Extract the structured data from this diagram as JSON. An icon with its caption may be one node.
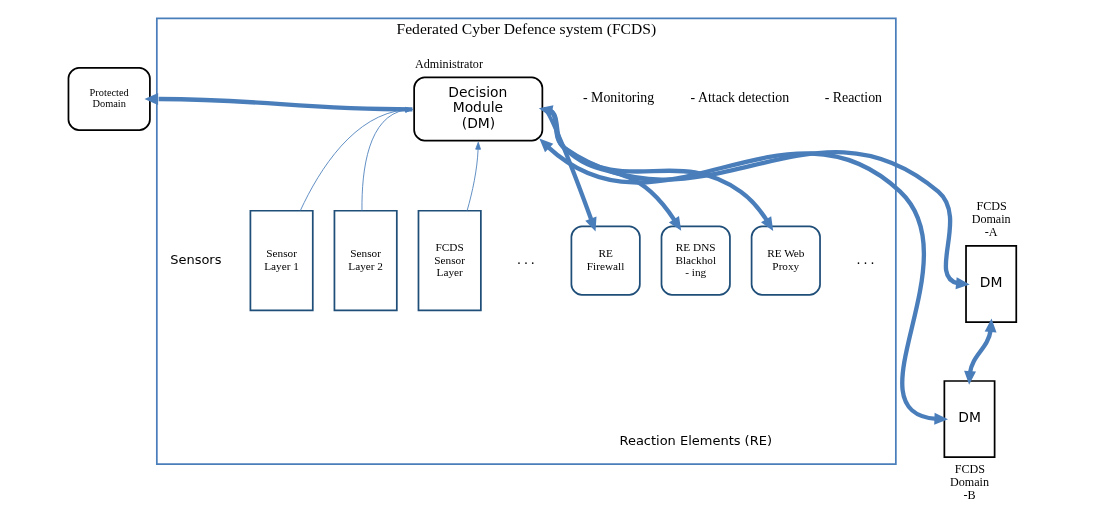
{
  "diagram": {
    "nodes": [
      {
        "text": [
          "Federated Cyber Defence system (FCDS)"
        ]
      },
      {
        "text": [
          "Decision Module (DM)"
        ],
        "in": 0,
        "beside": [
          "Administrator"
        ]
      },
      {
        "text": [
          "Protected Domain"
        ]
      },
      {
        "text": [
          "Sensor Layer 1"
        ],
        "in": 0
      },
      {
        "text": [
          "Sensor Layer 2"
        ],
        "in": 0
      },
      {
        "text": [
          "FCDS Sensor Layer"
        ],
        "in": 0
      },
      {
        "text": [
          "RE Firewall"
        ],
        "in": 0
      },
      {
        "text": [
          "RE DNS Blackhol - ing"
        ],
        "in": 0
      },
      {
        "text": [
          "RE Web Proxy"
        ],
        "in": 0
      },
      {
        "text": [
          "DM"
        ],
        "beside": [
          "FCDS Domain -A"
        ]
      },
      {
        "text": [
          "DM"
        ],
        "beside": [
          "FCDS Domain -B"
        ]
      }
    ],
    "edges": [
      {
        "from": 1,
        "to": 2,
        "arrow": "to"
      },
      {
        "from": 3,
        "to": 1,
        "arrow": "to"
      },
      {
        "from": 4,
        "to": 1,
        "arrow": "to"
      },
      {
        "from": 5,
        "to": 1,
        "arrow": "to"
      },
      {
        "from": 1,
        "to": 6,
        "arrow": "to"
      },
      {
        "from": 1,
        "to": 7,
        "arrow": "to"
      },
      {
        "from": 1,
        "to": 8,
        "arrow": "to"
      },
      {
        "from": 1,
        "to": 9,
        "arrow": "both"
      },
      {
        "from": 1,
        "to": 10,
        "arrow": "both"
      },
      {
        "from": 9,
        "to": 10,
        "arrow": "both"
      }
    ],
    "labels": [
      "- Monitoring",
      "- Attack detection",
      "- Reaction",
      "Sensors",
      ". . .",
      "Reaction Elements (RE)",
      ". . ."
    ]
  }
}
